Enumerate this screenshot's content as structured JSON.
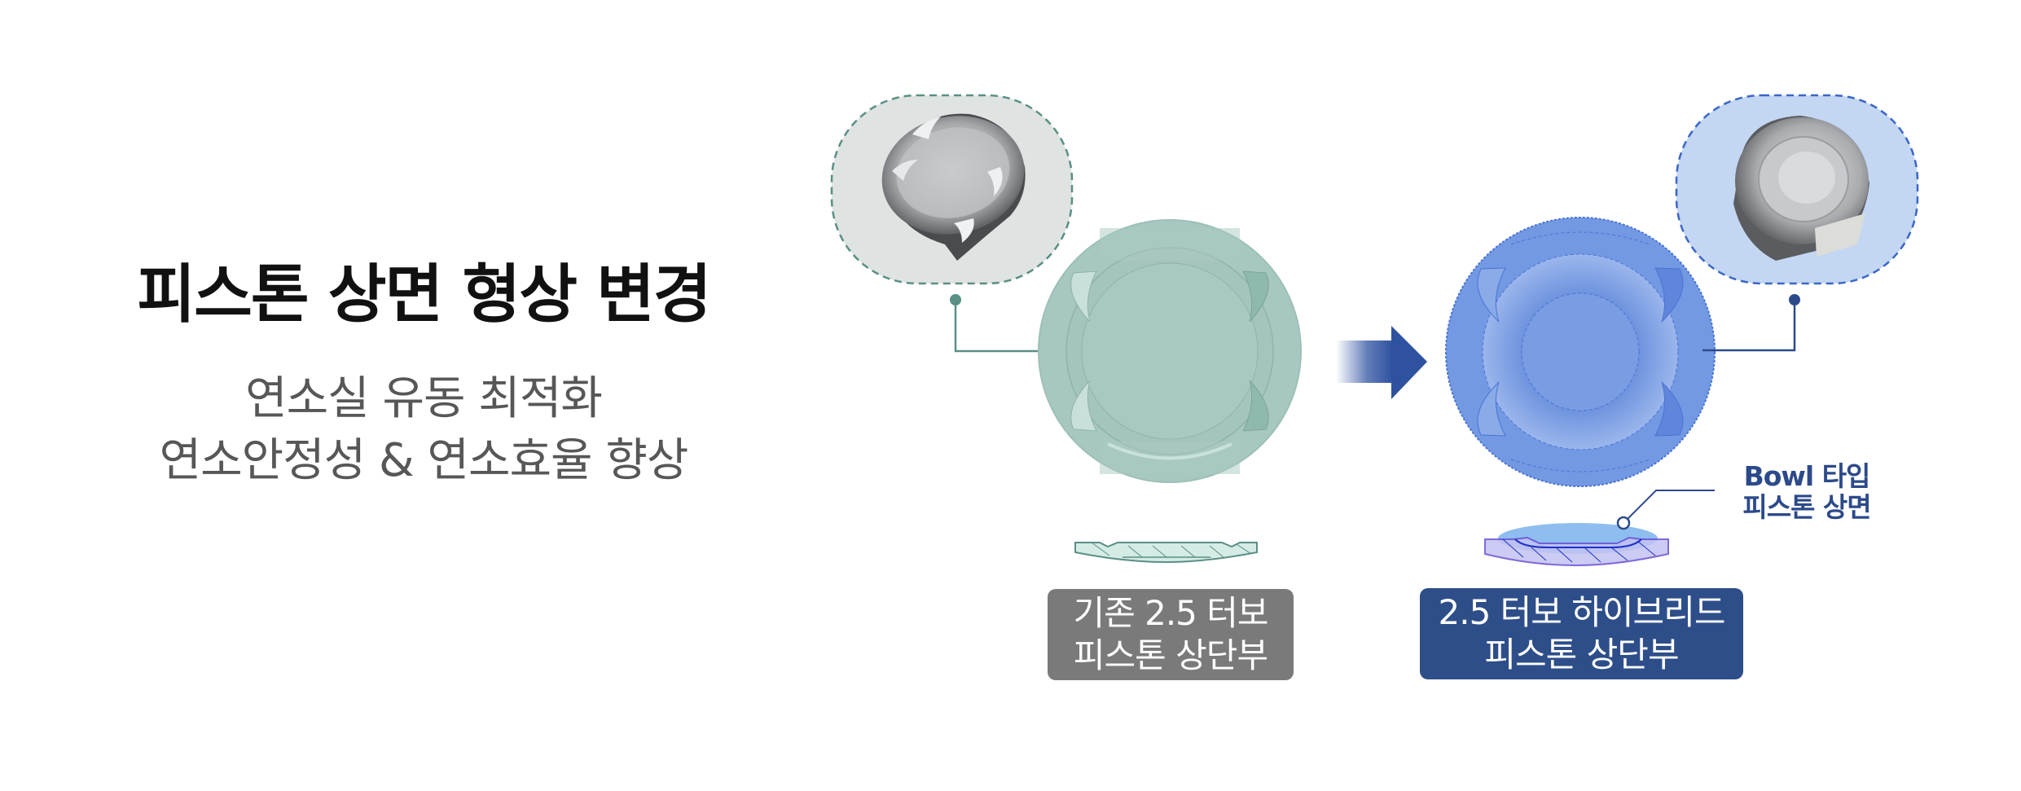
{
  "title": "피스톤 상면 형상 변경",
  "subtitle": {
    "line1": "연소실 유동 최적화",
    "line2": "연소안정성 & 연소효율 향상"
  },
  "before": {
    "label_line1": "기존 2.5 터보",
    "label_line2": "피스톤 상단부",
    "photo_icon": "piston-photo-icon",
    "disc_icon": "piston-top-view-icon",
    "section_icon": "piston-cross-section-icon",
    "color": "#a7c8c0",
    "accent": "#5a8f86",
    "label_bg": "#7a7a7a"
  },
  "after": {
    "label_line1": "2.5 터보 하이브리드",
    "label_line2": "피스톤 상단부",
    "photo_icon": "piston-photo-icon",
    "disc_icon": "piston-top-view-icon",
    "section_icon": "bowl-piston-cross-section-icon",
    "color": "#6f96e0",
    "accent": "#2c4a8a",
    "label_bg": "#2e4e8a"
  },
  "annotation": {
    "line1": "Bowl 타입",
    "line2": "피스톤 상면"
  },
  "arrow_icon": "right-arrow-icon"
}
